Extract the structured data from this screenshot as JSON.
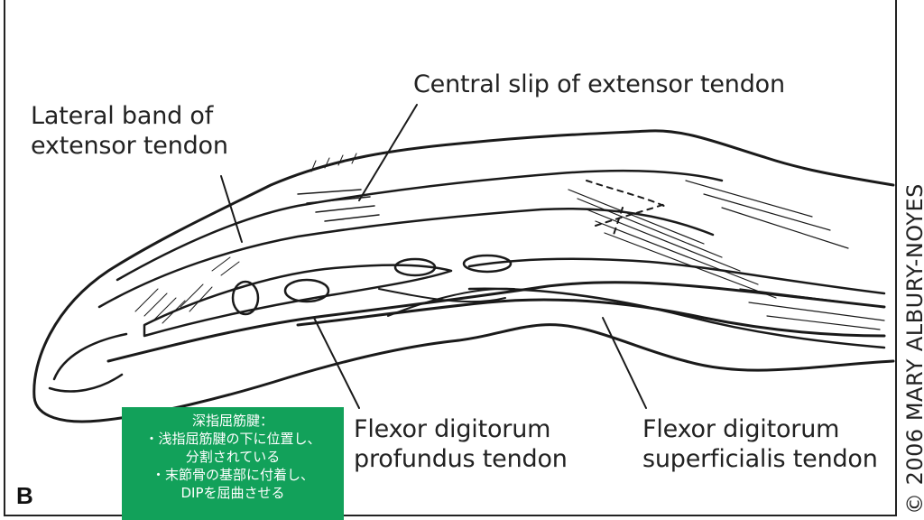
{
  "labels": {
    "lateral_band": [
      "Lateral band of",
      "extensor tendon"
    ],
    "central_slip": "Central slip of extensor tendon",
    "profundus": [
      "Flexor digitorum",
      "profundus tendon"
    ],
    "superficialis": [
      "Flexor digitorum",
      "superficialis tendon"
    ]
  },
  "panel_letter": "B",
  "copyright": "© 2006 MARY ALBURY-NOYES",
  "note": {
    "lines": [
      "深指屈筋腱：",
      "・浅指屈筋腱の下に位置し、",
      "分割されている",
      "・末節骨の基部に付着し、",
      "DIPを屈曲させる"
    ],
    "background": "#12a15a"
  }
}
